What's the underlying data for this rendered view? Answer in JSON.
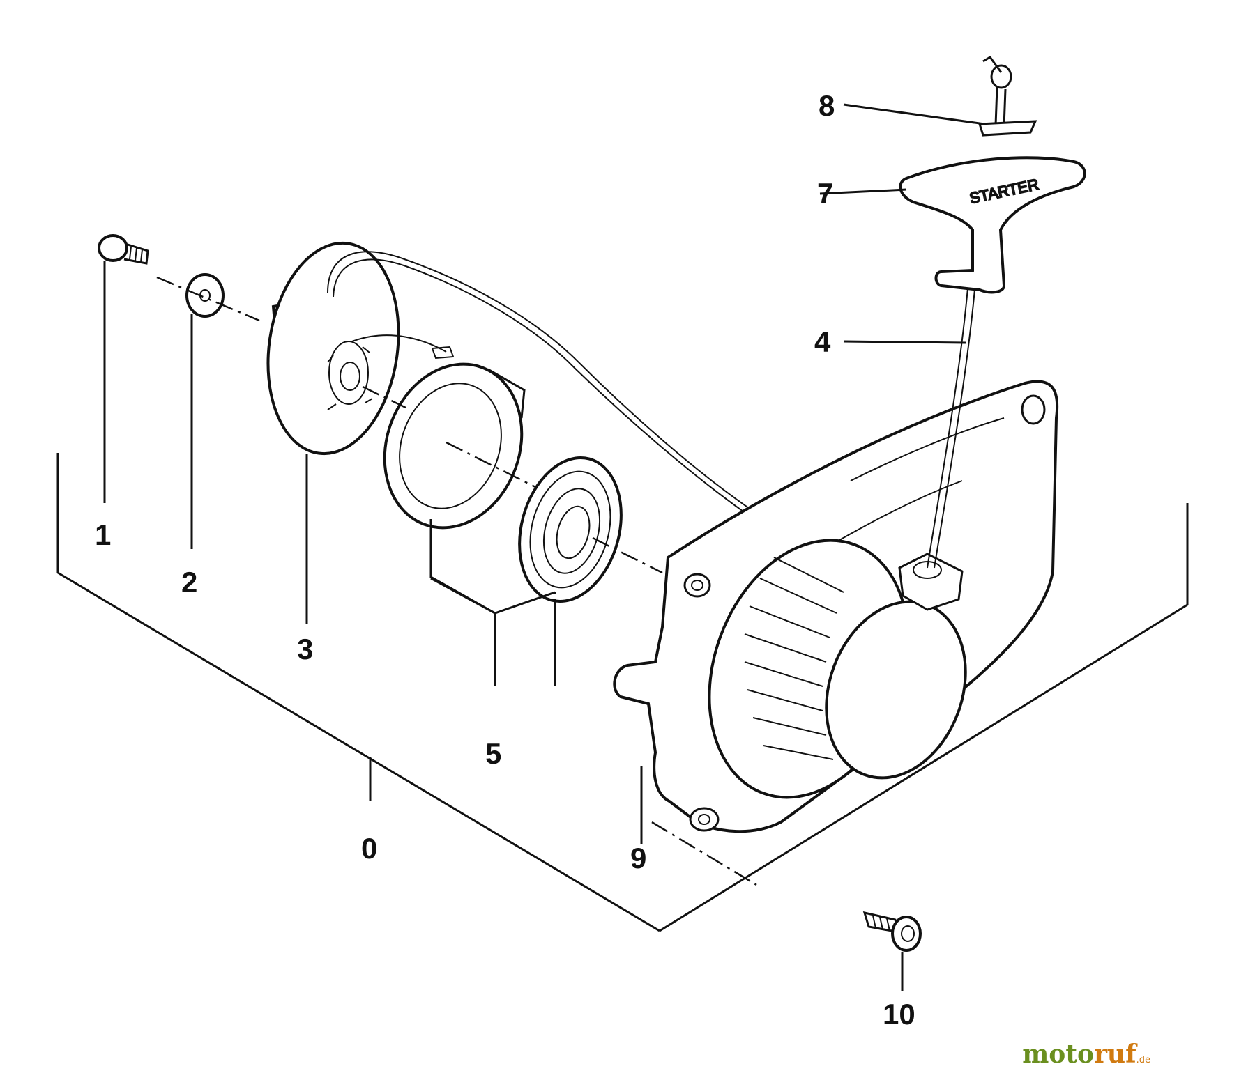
{
  "diagram": {
    "callouts": {
      "c0": "0",
      "c1": "1",
      "c2": "2",
      "c3": "3",
      "c4": "4",
      "c5": "5",
      "c7": "7",
      "c8": "8",
      "c9": "9",
      "c10": "10"
    },
    "handle_text": "STARTER",
    "watermark": {
      "part_a": "moto",
      "part_b": "ruf",
      "part_c": ".de"
    },
    "colors": {
      "line": "#111111",
      "background": "#ffffff",
      "watermark_green": "#6a8f1f",
      "watermark_orange": "#d07a10"
    }
  }
}
